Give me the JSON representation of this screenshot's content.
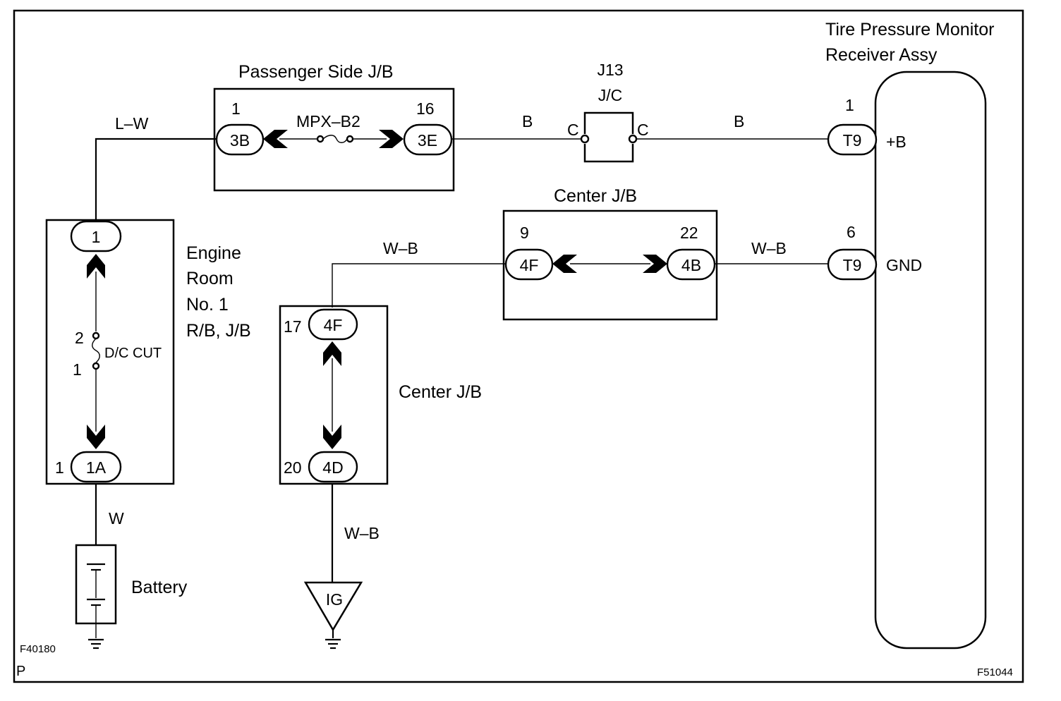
{
  "footer": {
    "code_left": "F40180",
    "letter": "P",
    "code_right": "F51044"
  },
  "components": {
    "passenger_jb": "Passenger Side J/B",
    "jc_name": "J13",
    "jc_type": "J/C",
    "receiver_line1": "Tire Pressure Monitor",
    "receiver_line2": "Receiver Assy",
    "center_jb_top": "Center J/B",
    "center_jb_lower": "Center J/B",
    "engine_rb_lines": [
      "Engine",
      "Room",
      "No. 1",
      "R/B, J/B"
    ],
    "battery": "Battery",
    "ig": "IG"
  },
  "wires": {
    "lw": "L–W",
    "b1": "B",
    "b2": "B",
    "wb_center": "W–B",
    "wb_gnd": "W–B",
    "w": "W",
    "wb_ig": "W–B"
  },
  "fuses": {
    "mpx": "MPX–B2",
    "dc_cut": "D/C CUT",
    "dc_pin_top": "2",
    "dc_pin_bottom": "1"
  },
  "connectors": {
    "pj_left": {
      "code": "3B",
      "pin": "1"
    },
    "pj_right": {
      "code": "3E",
      "pin": "16"
    },
    "jc_left": {
      "code": "C"
    },
    "jc_right": {
      "code": "C"
    },
    "rx_b": {
      "code": "T9",
      "pin": "1",
      "term": "+B"
    },
    "rx_gnd": {
      "code": "T9",
      "pin": "6",
      "term": "GND"
    },
    "er_top": {
      "code": "1"
    },
    "er_bot": {
      "code": "1A",
      "pin": "1"
    },
    "cj_left": {
      "code": "4F",
      "pin": "9"
    },
    "cj_right": {
      "code": "4B",
      "pin": "22"
    },
    "cl_top": {
      "code": "4F",
      "pin": "17"
    },
    "cl_bot": {
      "code": "4D",
      "pin": "20"
    }
  }
}
